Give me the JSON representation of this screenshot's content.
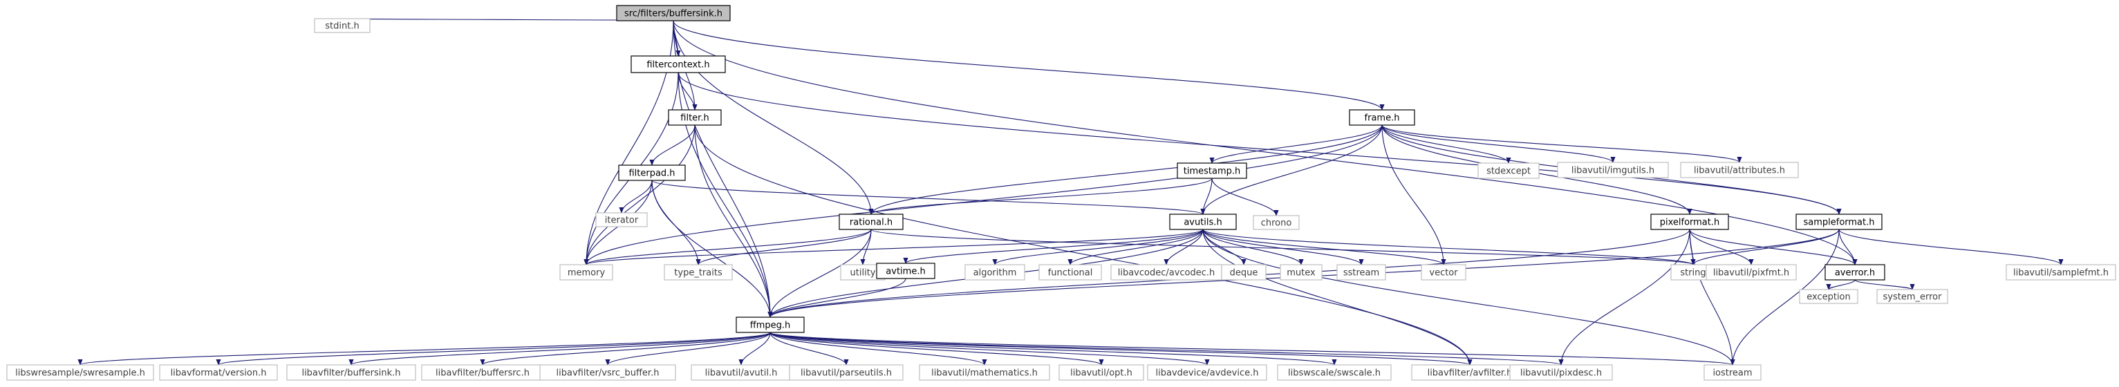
{
  "colors": {
    "edge": "#191970",
    "root_fill": "#bfbfbf",
    "documented_border": "#000000",
    "external_border": "#bfbfbf",
    "external_text": "#404040"
  },
  "nodes": [
    {
      "id": "root",
      "label": "src/filters/buffersink.h",
      "kind": "root"
    },
    {
      "id": "stdint",
      "label": "stdint.h",
      "kind": "external"
    },
    {
      "id": "filtercontext",
      "label": "filtercontext.h",
      "kind": "documented"
    },
    {
      "id": "filter",
      "label": "filter.h",
      "kind": "documented"
    },
    {
      "id": "frame",
      "label": "frame.h",
      "kind": "documented"
    },
    {
      "id": "filterpad",
      "label": "filterpad.h",
      "kind": "documented"
    },
    {
      "id": "timestamp",
      "label": "timestamp.h",
      "kind": "documented"
    },
    {
      "id": "stdexcept",
      "label": "stdexcept",
      "kind": "external"
    },
    {
      "id": "imgutils",
      "label": "libavutil/imgutils.h",
      "kind": "external"
    },
    {
      "id": "attributes",
      "label": "libavutil/attributes.h",
      "kind": "external"
    },
    {
      "id": "iterator",
      "label": "iterator",
      "kind": "external"
    },
    {
      "id": "rational",
      "label": "rational.h",
      "kind": "documented"
    },
    {
      "id": "avutils",
      "label": "avutils.h",
      "kind": "documented"
    },
    {
      "id": "chrono",
      "label": "chrono",
      "kind": "external"
    },
    {
      "id": "pixelformat",
      "label": "pixelformat.h",
      "kind": "documented"
    },
    {
      "id": "sampleformat",
      "label": "sampleformat.h",
      "kind": "documented"
    },
    {
      "id": "memory",
      "label": "memory",
      "kind": "external"
    },
    {
      "id": "type_traits",
      "label": "type_traits",
      "kind": "external"
    },
    {
      "id": "utility",
      "label": "utility",
      "kind": "external"
    },
    {
      "id": "avtime",
      "label": "avtime.h",
      "kind": "documented"
    },
    {
      "id": "algorithm",
      "label": "algorithm",
      "kind": "external"
    },
    {
      "id": "functional",
      "label": "functional",
      "kind": "external"
    },
    {
      "id": "avcodec",
      "label": "libavcodec/avcodec.h",
      "kind": "external"
    },
    {
      "id": "deque",
      "label": "deque",
      "kind": "external"
    },
    {
      "id": "mutex",
      "label": "mutex",
      "kind": "external"
    },
    {
      "id": "sstream",
      "label": "sstream",
      "kind": "external"
    },
    {
      "id": "vector",
      "label": "vector",
      "kind": "external"
    },
    {
      "id": "string",
      "label": "string",
      "kind": "external"
    },
    {
      "id": "pixfmt",
      "label": "libavutil/pixfmt.h",
      "kind": "external"
    },
    {
      "id": "averror",
      "label": "averror.h",
      "kind": "documented"
    },
    {
      "id": "samplefmt",
      "label": "libavutil/samplefmt.h",
      "kind": "external"
    },
    {
      "id": "exception",
      "label": "exception",
      "kind": "external"
    },
    {
      "id": "system_error",
      "label": "system_error",
      "kind": "external"
    },
    {
      "id": "ffmpeg",
      "label": "ffmpeg.h",
      "kind": "documented"
    },
    {
      "id": "swresample",
      "label": "libswresample/swresample.h",
      "kind": "external"
    },
    {
      "id": "avf_version",
      "label": "libavformat/version.h",
      "kind": "external"
    },
    {
      "id": "buffersink",
      "label": "libavfilter/buffersink.h",
      "kind": "external"
    },
    {
      "id": "buffersrc",
      "label": "libavfilter/buffersrc.h",
      "kind": "external"
    },
    {
      "id": "vsrc_buffer",
      "label": "libavfilter/vsrc_buffer.h",
      "kind": "external"
    },
    {
      "id": "avutil",
      "label": "libavutil/avutil.h",
      "kind": "external"
    },
    {
      "id": "parseutils",
      "label": "libavutil/parseutils.h",
      "kind": "external"
    },
    {
      "id": "mathematics",
      "label": "libavutil/mathematics.h",
      "kind": "external"
    },
    {
      "id": "opt",
      "label": "libavutil/opt.h",
      "kind": "external"
    },
    {
      "id": "avdevice",
      "label": "libavdevice/avdevice.h",
      "kind": "external"
    },
    {
      "id": "swscale",
      "label": "libswscale/swscale.h",
      "kind": "external"
    },
    {
      "id": "avfilter",
      "label": "libavfilter/avfilter.h",
      "kind": "external"
    },
    {
      "id": "pixdesc",
      "label": "libavutil/pixdesc.h",
      "kind": "external"
    },
    {
      "id": "iostream",
      "label": "iostream",
      "kind": "external"
    }
  ],
  "edges": [
    [
      "root",
      "stdint"
    ],
    [
      "root",
      "filtercontext"
    ],
    [
      "root",
      "filter"
    ],
    [
      "root",
      "frame"
    ],
    [
      "root",
      "memory"
    ],
    [
      "root",
      "rational"
    ],
    [
      "root",
      "ffmpeg"
    ],
    [
      "root",
      "averror"
    ],
    [
      "filtercontext",
      "filter"
    ],
    [
      "filtercontext",
      "memory"
    ],
    [
      "filtercontext",
      "ffmpeg"
    ],
    [
      "filtercontext",
      "sampleformat"
    ],
    [
      "filter",
      "filterpad"
    ],
    [
      "filter",
      "memory"
    ],
    [
      "filter",
      "ffmpeg"
    ],
    [
      "filter",
      "avfilter"
    ],
    [
      "filterpad",
      "iterator"
    ],
    [
      "filterpad",
      "memory"
    ],
    [
      "filterpad",
      "type_traits"
    ],
    [
      "filterpad",
      "ffmpeg"
    ],
    [
      "filterpad",
      "avutils"
    ],
    [
      "frame",
      "memory"
    ],
    [
      "frame",
      "rational"
    ],
    [
      "frame",
      "timestamp"
    ],
    [
      "frame",
      "avutils"
    ],
    [
      "frame",
      "stdexcept"
    ],
    [
      "frame",
      "imgutils"
    ],
    [
      "frame",
      "attributes"
    ],
    [
      "frame",
      "pixelformat"
    ],
    [
      "frame",
      "sampleformat"
    ],
    [
      "frame",
      "vector"
    ],
    [
      "timestamp",
      "rational"
    ],
    [
      "timestamp",
      "avutils"
    ],
    [
      "timestamp",
      "chrono"
    ],
    [
      "rational",
      "memory"
    ],
    [
      "rational",
      "type_traits"
    ],
    [
      "rational",
      "utility"
    ],
    [
      "rational",
      "ffmpeg"
    ],
    [
      "rational",
      "string"
    ],
    [
      "avutils",
      "memory"
    ],
    [
      "avutils",
      "avtime"
    ],
    [
      "avutils",
      "algorithm"
    ],
    [
      "avutils",
      "functional"
    ],
    [
      "avutils",
      "avcodec"
    ],
    [
      "avutils",
      "deque"
    ],
    [
      "avutils",
      "mutex"
    ],
    [
      "avutils",
      "sstream"
    ],
    [
      "avutils",
      "vector"
    ],
    [
      "avutils",
      "string"
    ],
    [
      "avutils",
      "ffmpeg"
    ],
    [
      "avutils",
      "avfilter"
    ],
    [
      "avutils",
      "iostream"
    ],
    [
      "avtime",
      "ffmpeg"
    ],
    [
      "pixelformat",
      "string"
    ],
    [
      "pixelformat",
      "pixfmt"
    ],
    [
      "pixelformat",
      "averror"
    ],
    [
      "pixelformat",
      "ffmpeg"
    ],
    [
      "pixelformat",
      "pixdesc"
    ],
    [
      "pixelformat",
      "iostream"
    ],
    [
      "sampleformat",
      "string"
    ],
    [
      "sampleformat",
      "averror"
    ],
    [
      "sampleformat",
      "samplefmt"
    ],
    [
      "sampleformat",
      "ffmpeg"
    ],
    [
      "sampleformat",
      "iostream"
    ],
    [
      "averror",
      "exception"
    ],
    [
      "averror",
      "system_error"
    ],
    [
      "ffmpeg",
      "swresample"
    ],
    [
      "ffmpeg",
      "avf_version"
    ],
    [
      "ffmpeg",
      "buffersink"
    ],
    [
      "ffmpeg",
      "buffersrc"
    ],
    [
      "ffmpeg",
      "vsrc_buffer"
    ],
    [
      "ffmpeg",
      "avutil"
    ],
    [
      "ffmpeg",
      "parseutils"
    ],
    [
      "ffmpeg",
      "mathematics"
    ],
    [
      "ffmpeg",
      "opt"
    ],
    [
      "ffmpeg",
      "avdevice"
    ],
    [
      "ffmpeg",
      "swscale"
    ],
    [
      "ffmpeg",
      "avfilter"
    ],
    [
      "ffmpeg",
      "pixdesc"
    ],
    [
      "ffmpeg",
      "iostream"
    ]
  ]
}
